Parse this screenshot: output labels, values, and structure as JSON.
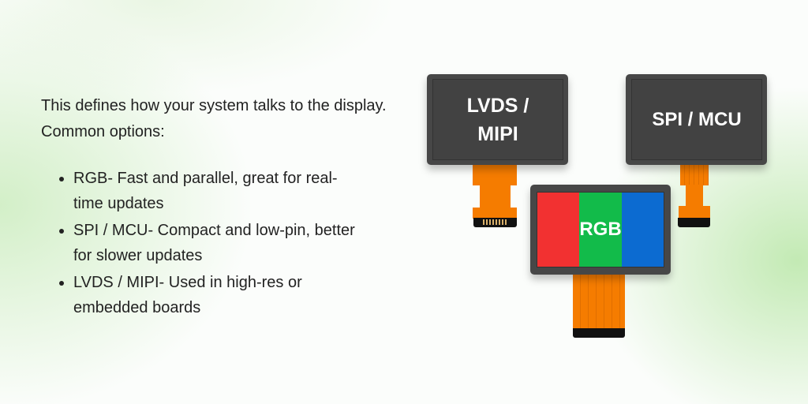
{
  "intro": "This defines how your system talks to the display. Common options:",
  "options": [
    {
      "text": "RGB- Fast and parallel, great for real-time updates"
    },
    {
      "text": "SPI / MCU- Compact and low-pin, better for slower updates"
    },
    {
      "text": "LVDS / MIPI- Used in high-res or embedded boards"
    }
  ],
  "displays": {
    "lvds": "LVDS / MIPI",
    "spi": "SPI / MCU",
    "rgb": "RGB"
  },
  "colors": {
    "red": "#f23131",
    "green": "#12bb4a",
    "blue": "#0c6bd1",
    "cable": "#f57c00"
  }
}
